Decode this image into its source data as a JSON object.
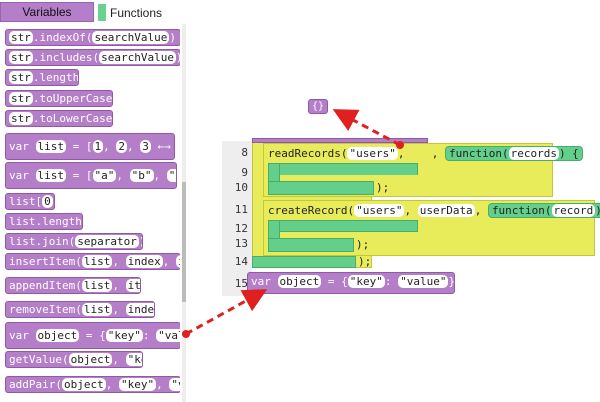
{
  "tabs": {
    "variables": "Variables",
    "functions": "Functions"
  },
  "palette": {
    "blocks": [
      {
        "parts": [
          [
            "lbl",
            "str"
          ],
          [
            "lbl",
            "."
          ],
          [
            "lbl",
            "indexOf"
          ],
          [
            "lbl",
            "("
          ],
          [
            "fld",
            "searchValue"
          ],
          [
            "lbl",
            ")"
          ]
        ]
      },
      {
        "parts": [
          [
            "lbl",
            "str"
          ],
          [
            "lbl",
            "."
          ],
          [
            "lbl",
            "includes"
          ],
          [
            "lbl",
            "("
          ],
          [
            "fld",
            "searchValue"
          ],
          [
            "lbl",
            ")"
          ]
        ]
      },
      {
        "parts": [
          [
            "lbl",
            "str"
          ],
          [
            "lbl",
            "."
          ],
          [
            "lbl",
            "length"
          ]
        ]
      },
      {
        "parts": [
          [
            "lbl",
            "str"
          ],
          [
            "lbl",
            "."
          ],
          [
            "lbl",
            "toUpperCase()"
          ]
        ]
      },
      {
        "parts": [
          [
            "lbl",
            "str"
          ],
          [
            "lbl",
            "."
          ],
          [
            "lbl",
            "toLowerCase()"
          ]
        ]
      }
    ],
    "list_block_1": {
      "var": "var",
      "name": "list",
      "eq": "=",
      "items": [
        "1",
        "2",
        "3"
      ]
    },
    "list_block_2": {
      "var": "var",
      "name": "list",
      "eq": "=",
      "items": [
        "\"a\"",
        "\"b\"",
        "\"d\""
      ]
    },
    "list_index": {
      "name": "list",
      "index": "0"
    },
    "list_length": {
      "name": "list",
      "prop": ".length"
    },
    "list_join": {
      "name": "list",
      "fn": ".join(",
      "arg": "separator",
      "close": ")"
    },
    "insert_item": {
      "fn": "insertItem(",
      "a": "list",
      "b": "index",
      "c": "ite"
    },
    "append_item": {
      "fn": "appendItem(",
      "a": "list",
      "b": "item",
      "close": ")"
    },
    "remove_item": {
      "fn": "removeItem(",
      "a": "list",
      "b": "index",
      "close": ")"
    },
    "var_object": {
      "var": "var",
      "name": "object",
      "eq": "=",
      "key": "\"key\"",
      "colon": ":",
      "value": "\"valu"
    },
    "get_value": {
      "fn": "getValue(",
      "a": "object",
      "b": "\"key\"",
      "close": ")"
    },
    "add_pair": {
      "fn": "addPair(",
      "a": "object",
      "b": "\"key\"",
      "c": "\"va"
    }
  },
  "workspace": {
    "line_numbers": [
      "8",
      "9",
      "10",
      "11",
      "12",
      "13",
      "14",
      "15"
    ],
    "read_records": {
      "fn": "readRecords(",
      "arg1": "\"users\"",
      "comma": ",",
      "arg2": "",
      "comma2": ",",
      "func": "function(",
      "param": "records",
      "close": ")"
    },
    "create_record": {
      "fn": "createRecord(",
      "arg1": "\"users\"",
      "comma": ",",
      "arg2": "userData",
      "comma2": ",",
      "func": "function(",
      "param": "record",
      "close": ")"
    },
    "end_10": ");",
    "end_14": ");",
    "var_object": {
      "var": "var",
      "name": "object",
      "eq": "=",
      "key": "\"key\"",
      "colon": ":",
      "value": "\"value\"",
      "end": ";"
    },
    "small_object": "{}"
  },
  "colors": {
    "purple": "#b57ec8",
    "green": "#63cf8a",
    "yellow": "#e8ec5a",
    "arrow": "#e02020"
  }
}
